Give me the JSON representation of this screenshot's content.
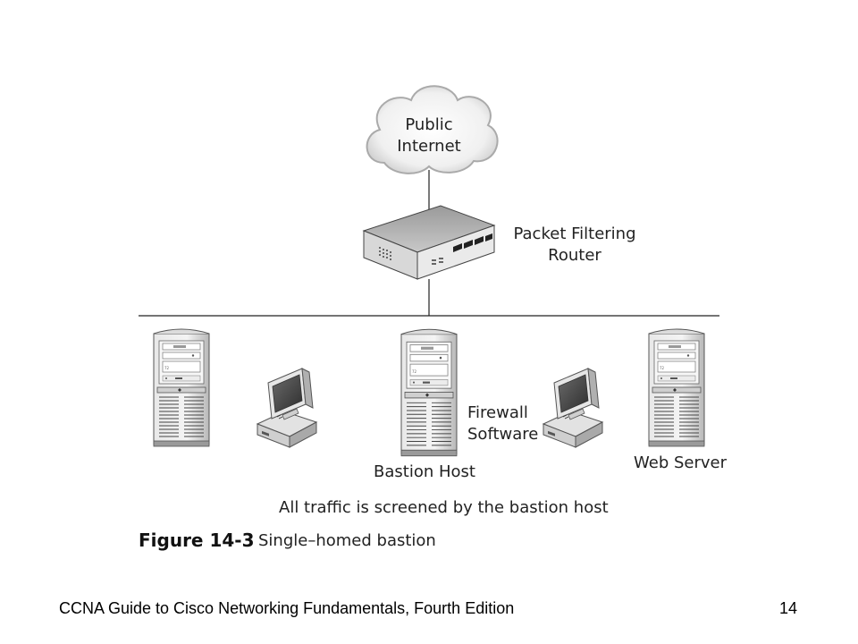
{
  "diagram": {
    "cloud_label_line1": "Public",
    "cloud_label_line2": "Internet",
    "router_label_line1": "Packet Filtering",
    "router_label_line2": "Router",
    "firewall_label_line1": "Firewall",
    "firewall_label_line2": "Software",
    "bastion_label": "Bastion Host",
    "webserver_label": "Web Server",
    "traffic_note": "All traffic is screened by the bastion host"
  },
  "caption": {
    "number": "Figure 14-3",
    "title": "Single–homed bastion"
  },
  "footer": {
    "book_title": "CCNA Guide to Cisco Networking Fundamentals, Fourth Edition",
    "page_number": "14"
  }
}
